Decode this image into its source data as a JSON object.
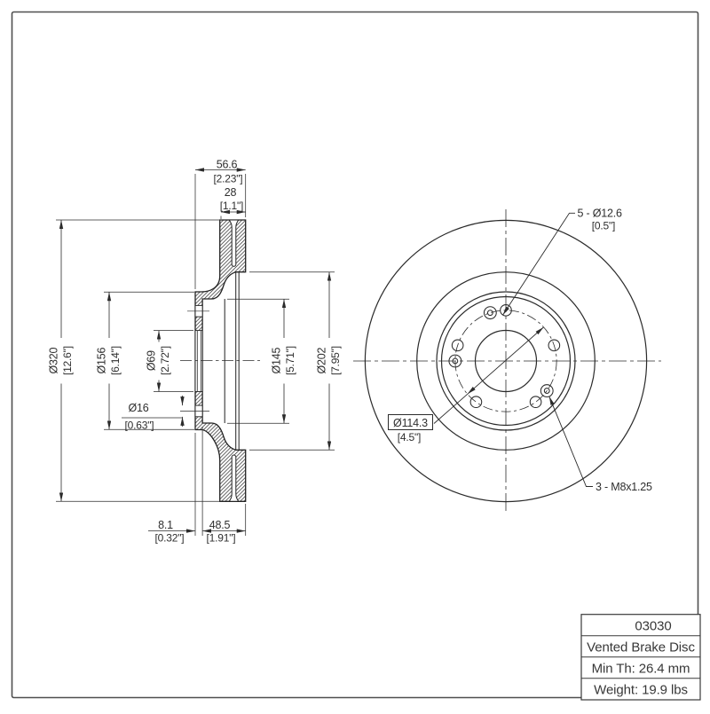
{
  "drawing": {
    "section_view": {
      "dims": {
        "total_width_mm": "56.6",
        "total_width_in": "[2.23\"]",
        "band_width_mm": "28",
        "band_width_in": "[1.1\"]",
        "outer_dia_mm": "Ø320",
        "outer_dia_in": "[12.6\"]",
        "hat_dia_mm": "Ø156",
        "hat_dia_in": "[6.14\"]",
        "bore_dia_mm": "Ø69",
        "bore_dia_in": "[2.72\"]",
        "hole_dia_mm": "Ø16",
        "hole_dia_in": "[0.63\"]",
        "step_dia_mm": "Ø145",
        "step_dia_in": "[5.71\"]",
        "band_inner_dia_mm": "Ø202",
        "band_inner_dia_in": "[7.95\"]",
        "hat_offset_mm": "8.1",
        "hat_offset_in": "[0.32\"]",
        "band_offset_mm": "48.5",
        "band_offset_in": "[1.91\"]"
      }
    },
    "front_view": {
      "bolt_holes_label": "5 - Ø12.6",
      "bolt_holes_in": "[0.5\"]",
      "bolt_circle_label": "Ø114.3",
      "bolt_circle_in": "[4.5\"]",
      "thread_label": "3 - M8x1.25"
    },
    "title_block": {
      "part_number": "03030",
      "description": "Vented Brake Disc",
      "min_thickness": "Min Th: 26.4 mm",
      "weight": "Weight: 19.9 lbs"
    }
  }
}
